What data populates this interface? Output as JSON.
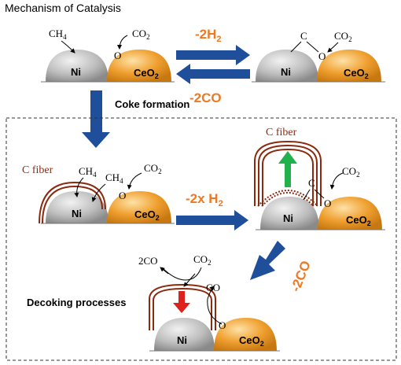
{
  "title": "Mechanism of Catalysis",
  "labels": {
    "ni": "Ni",
    "ceo2_main": "CeO",
    "sub2": "2",
    "ch4_main": "CH",
    "sub4": "4",
    "co2_main": "CO",
    "o": "O",
    "c": "C",
    "minus2h2_main": "-2H",
    "minus2co": "-2CO",
    "coke_formation": "Coke formation",
    "c_fiber": "C fiber",
    "minus2x_h2_main": "-2x H",
    "decoking_processes": "Decoking processes",
    "two_co": "2CO",
    "co": "CO"
  },
  "colors": {
    "ni": "#bdbdbd",
    "ceo2": "#f0a030",
    "arrow_blue": "#1f4e9a",
    "orange_text": "#f07820",
    "fiber": "#8b2a0e",
    "green_arrow": "#22b14c",
    "red_arrow": "#e0201a"
  }
}
